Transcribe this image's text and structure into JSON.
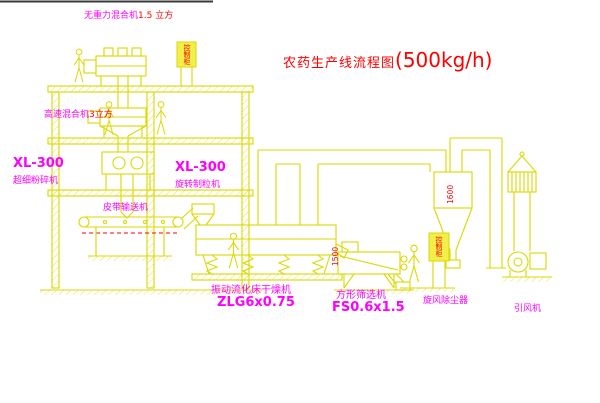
{
  "colors": {
    "bg": "#ffffff",
    "line": "#d9d900",
    "label": "#ff00ff",
    "accent": "#ff0000",
    "cabinet": "#f2ef4a",
    "edge": "#3a3a3a"
  },
  "title": {
    "text": "农药生产线流程图",
    "capacity": "(500kg/h)"
  },
  "equipment": {
    "gravity_mixer": {
      "name": "无重力混合机",
      "spec": "1.5 立方"
    },
    "high_speed_mixer": {
      "name": "高速混合机",
      "spec": "3立方"
    },
    "mill": {
      "model": "XL-300",
      "name": "超细粉碎机"
    },
    "granulator": {
      "model": "XL-300",
      "name": "旋转制粒机"
    },
    "belt_conveyor": {
      "name": "皮带输送机"
    },
    "dryer": {
      "name": "振动流化床干燥机",
      "model": "ZLG6x0.75"
    },
    "sieve": {
      "name": "方形筛选机",
      "model": "FS0.6x1.5"
    },
    "cyclone": {
      "name": "旋风除尘器"
    },
    "fan": {
      "name": "引风机"
    }
  },
  "annotations": {
    "cabinet1": "控制柜",
    "cabinet2": "控制柜",
    "dim_sieve": "1500",
    "dim_cyclone": "1600"
  }
}
